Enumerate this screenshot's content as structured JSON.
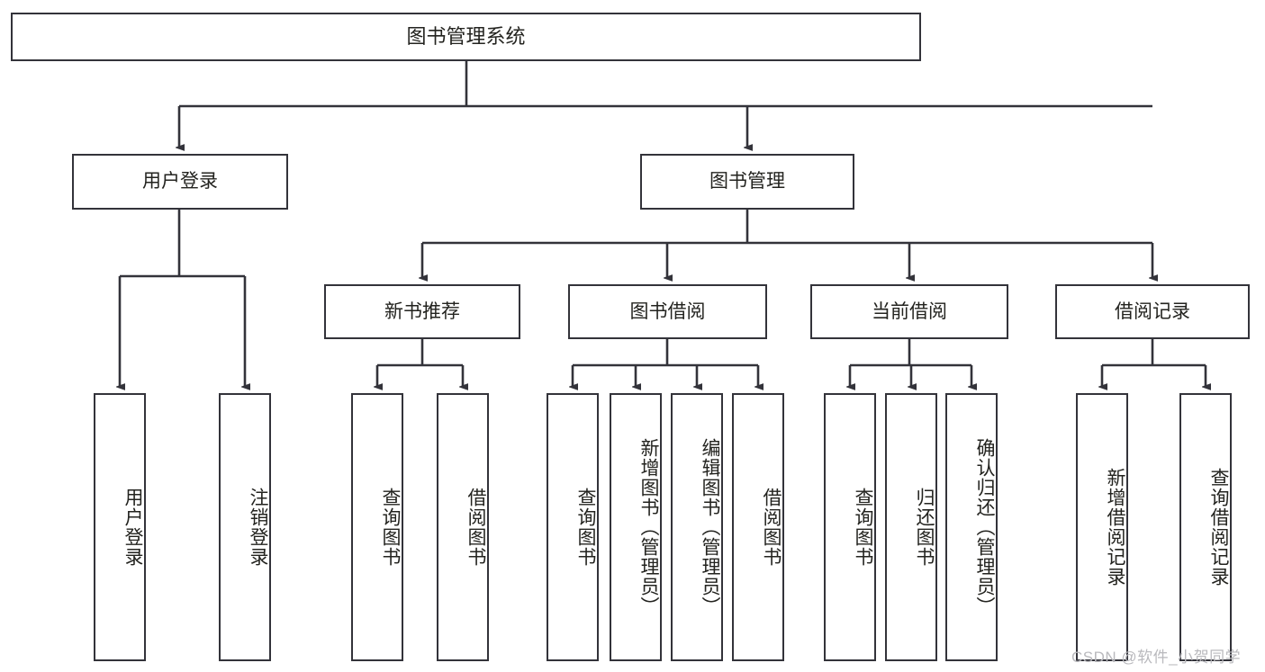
{
  "diagram": {
    "title": "图书管理系统",
    "type": "tree-hierarchy-chart",
    "stroke_color": "#33333a",
    "fill_color": "#ffffff",
    "text_color": "#23231f",
    "watermark": "CSDN @软件_小贺同学"
  },
  "nodes": {
    "root": {
      "label": "图书管理系统"
    },
    "level2": [
      {
        "id": "user-login",
        "label": "用户登录"
      },
      {
        "id": "book-manage",
        "label": "图书管理"
      }
    ],
    "level3": [
      {
        "id": "new-book-recommend",
        "label": "新书推荐"
      },
      {
        "id": "book-borrow",
        "label": "图书借阅"
      },
      {
        "id": "current-borrow",
        "label": "当前借阅"
      },
      {
        "id": "borrow-record",
        "label": "借阅记录"
      }
    ],
    "leaves": {
      "user_login": [
        {
          "id": "leaf-user-login",
          "label": "用户登录"
        },
        {
          "id": "leaf-logout",
          "label": "注销登录"
        }
      ],
      "new_book_recommend": [
        {
          "id": "leaf-query-book-1",
          "label": "查询图书"
        },
        {
          "id": "leaf-borrow-book-1",
          "label": "借阅图书"
        }
      ],
      "book_borrow": [
        {
          "id": "leaf-query-book-2",
          "label": "查询图书"
        },
        {
          "id": "leaf-add-book",
          "label": "新增图书（管理员）"
        },
        {
          "id": "leaf-edit-book",
          "label": "编辑图书（管理员）"
        },
        {
          "id": "leaf-borrow-book-2",
          "label": "借阅图书"
        }
      ],
      "current_borrow": [
        {
          "id": "leaf-query-book-3",
          "label": "查询图书"
        },
        {
          "id": "leaf-return-book",
          "label": "归还图书"
        },
        {
          "id": "leaf-confirm-return",
          "label": "确认归还（管理员）"
        }
      ],
      "borrow_record": [
        {
          "id": "leaf-add-record",
          "label": "新增借阅记录"
        },
        {
          "id": "leaf-query-record",
          "label": "查询借阅记录"
        }
      ]
    }
  }
}
